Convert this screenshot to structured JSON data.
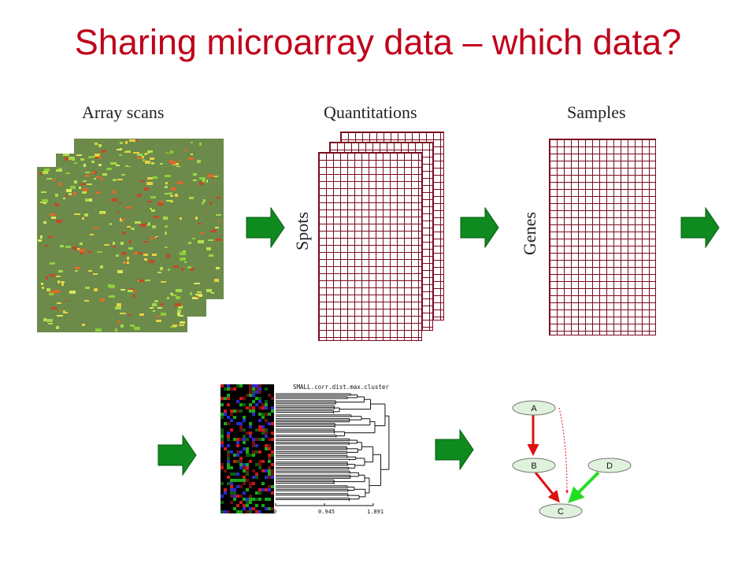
{
  "title": "Sharing microarray data – which data?",
  "stages": {
    "array_scans": "Array scans",
    "quantitations": "Quantitations",
    "samples": "Samples"
  },
  "axes": {
    "spots": "Spots",
    "genes": "Genes"
  },
  "cluster": {
    "title": "SMALL.corr.dist.max.cluster",
    "ticks": [
      "0",
      "0.945",
      "1.891"
    ]
  },
  "network": {
    "nodes": [
      "A",
      "B",
      "D",
      "C"
    ]
  },
  "colors": {
    "title": "#c0001a",
    "arrow_fill": "#0e8a1e",
    "grid_line": "#7a0a20",
    "edge_red": "#e01010",
    "edge_green": "#22dd22",
    "node_fill": "#dff2dc"
  }
}
